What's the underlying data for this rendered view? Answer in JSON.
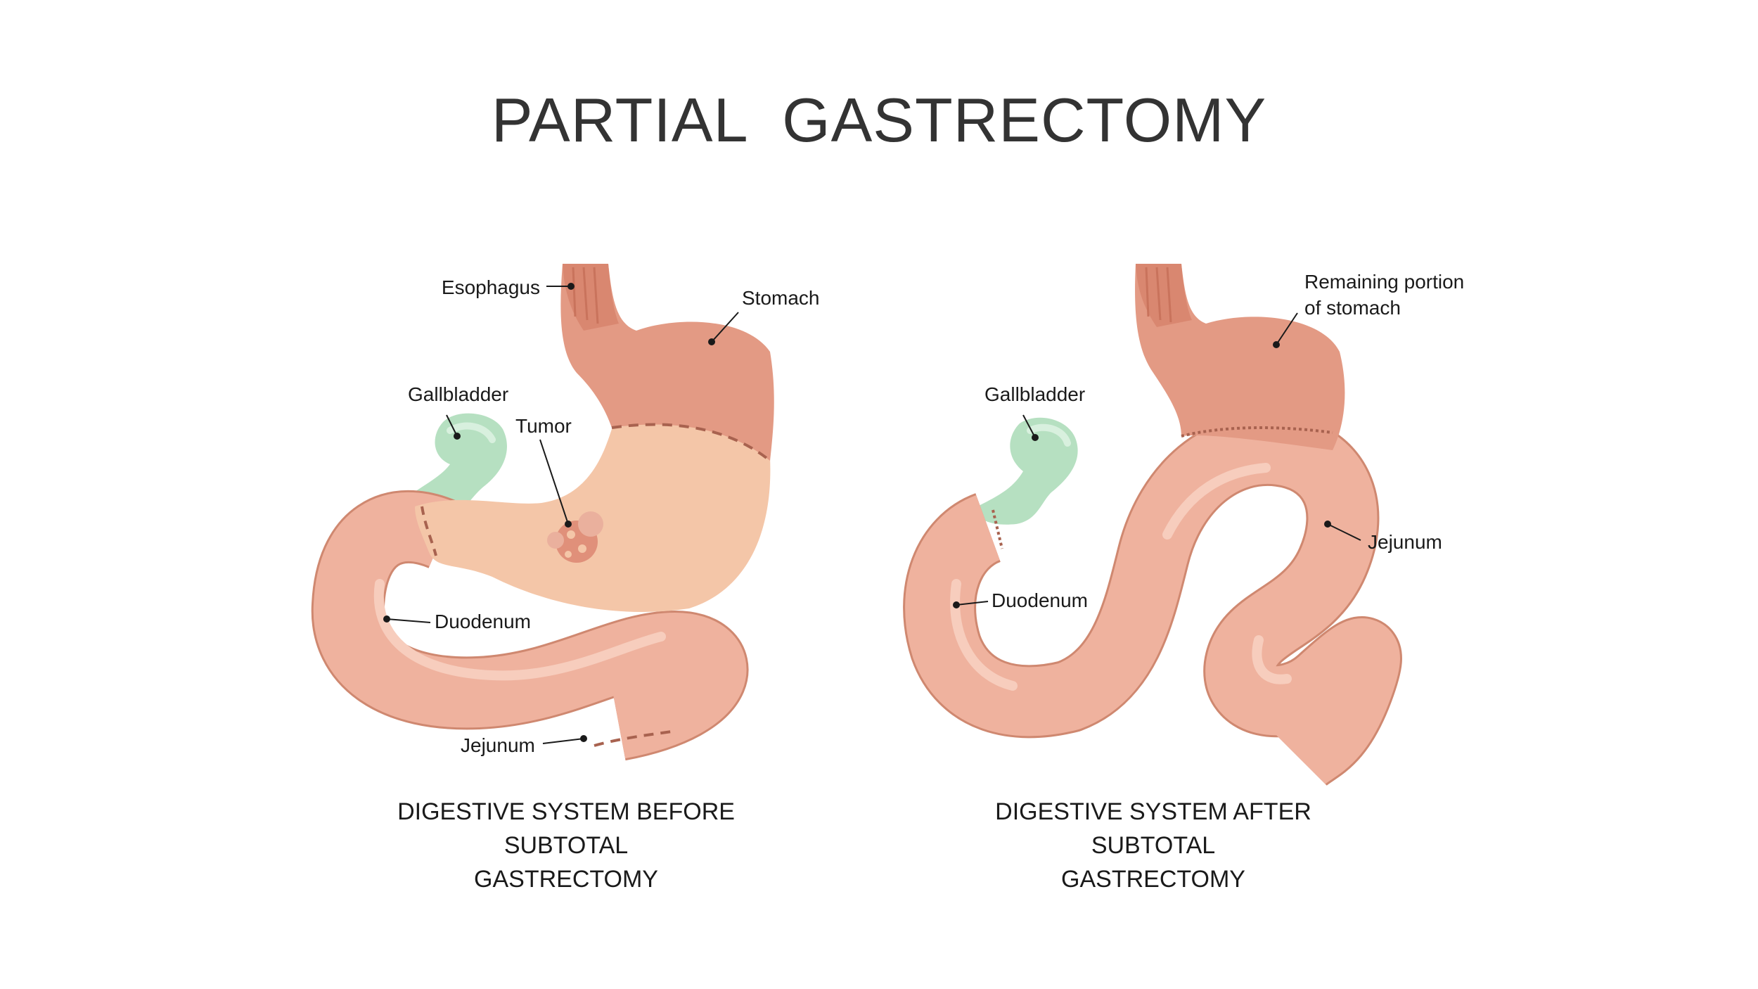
{
  "title": "PARTIAL  GASTRECTOMY",
  "before": {
    "labels": {
      "esophagus": "Esophagus",
      "stomach": "Stomach",
      "gallbladder": "Gallbladder",
      "tumor": "Tumor",
      "duodenum": "Duodenum",
      "jejunum": "Jejunum"
    },
    "caption_line1": "DIGESTIVE SYSTEM BEFORE SUBTOTAL",
    "caption_line2": "GASTRECTOMY"
  },
  "after": {
    "labels": {
      "remaining_line1": "Remaining portion",
      "remaining_line2": "of stomach",
      "gallbladder": "Gallbladder",
      "jejunum": "Jejunum",
      "duodenum": "Duodenum"
    },
    "caption_line1": "DIGESTIVE SYSTEM AFTER SUBTOTAL",
    "caption_line2": "GASTRECTOMY"
  },
  "colors": {
    "stomach_upper": "#e39a84",
    "stomach_lower": "#f4c6a8",
    "intestine": "#efb29e",
    "intestine_outline": "#cf8870",
    "gallbladder": "#b6e0c1",
    "tumor": "#e0907a",
    "text": "#1a1a1a",
    "title": "#333333"
  }
}
